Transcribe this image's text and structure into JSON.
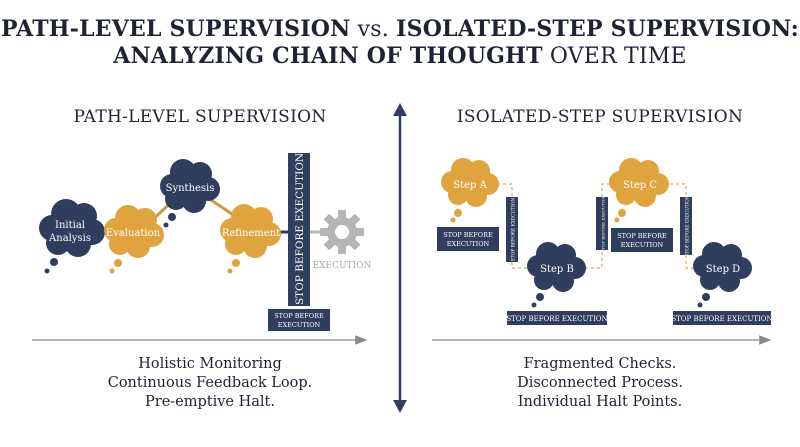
{
  "title": {
    "line1_a": "PATH-LEVEL SUPERVISION",
    "line1_vs": "vs.",
    "line1_b": "ISOLATED-STEP SUPERVISION:",
    "line2_a": "ANALYZING CHAIN OF THOUGHT",
    "line2_b": "OVER TIME"
  },
  "left": {
    "title": "PATH-LEVEL SUPERVISION",
    "nodes": {
      "initial_1": "Initial",
      "initial_2": "Analysis",
      "evaluation": "Evaluation",
      "synthesis": "Synthesis",
      "refinement": "Refinement"
    },
    "stop_bar": "STOP BEFORE EXECUTION",
    "stop_box_1": "STOP BEFORE",
    "stop_box_2": "EXECUTION",
    "execution": "EXECUTION",
    "caption": [
      "Holistic Monitoring",
      "Continuous Feedback Loop.",
      "Pre-emptive Halt."
    ]
  },
  "right": {
    "title": "ISOLATED-STEP SUPERVISION",
    "steps": {
      "a": "Step A",
      "b": "Step B",
      "c": "Step C",
      "d": "Step D"
    },
    "stop_vertical": "STOP BEFORE EXECUTION",
    "stop_box_1": "STOP BEFORE",
    "stop_box_2": "EXECUTION",
    "stop_wide": "STOP BEFORE EXECUTION",
    "caption": [
      "Fragmented Checks.",
      "Disconnected Process.",
      "Individual Halt Points."
    ]
  },
  "colors": {
    "navy": "#2f3d5e",
    "gold": "#e0a43f",
    "gray": "#b5b5b5",
    "text": "#1e2233"
  }
}
